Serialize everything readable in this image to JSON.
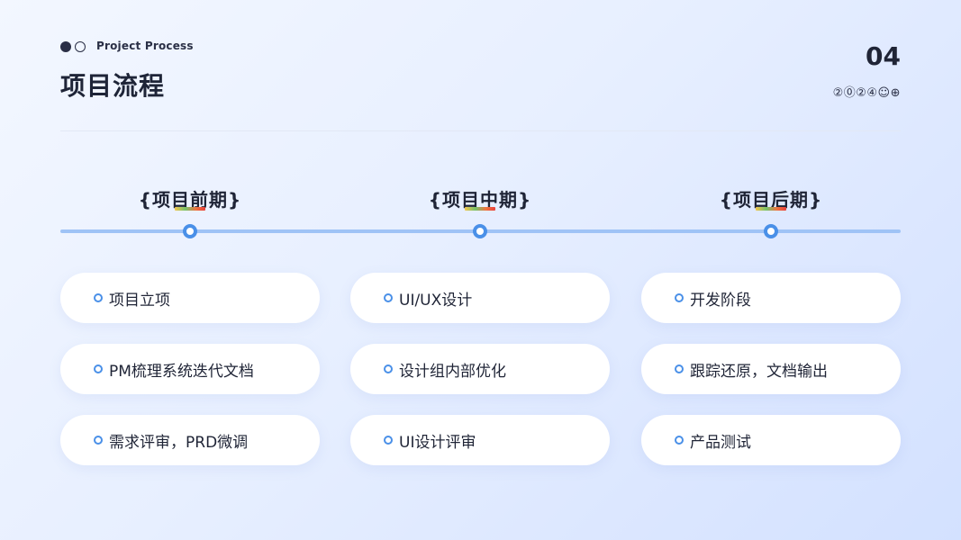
{
  "header": {
    "subtitle": "Project Process",
    "title": "项目流程",
    "page_number": "04",
    "year_badge": "②⓪②④☺⊕"
  },
  "colors": {
    "accent": "#4a90e8",
    "timeline": "#9fc3f6",
    "text_dark": "#1f2436"
  },
  "phases": [
    {
      "title": "{项目前期}",
      "items": [
        "项目立项",
        "PM梳理系统迭代文档",
        "需求评审，PRD微调"
      ]
    },
    {
      "title": "{项目中期}",
      "items": [
        "UI/UX设计",
        "设计组内部优化",
        "UI设计评审"
      ]
    },
    {
      "title": "{项目后期}",
      "items": [
        "开发阶段",
        "跟踪还原，文档输出",
        "产品测试"
      ]
    }
  ]
}
